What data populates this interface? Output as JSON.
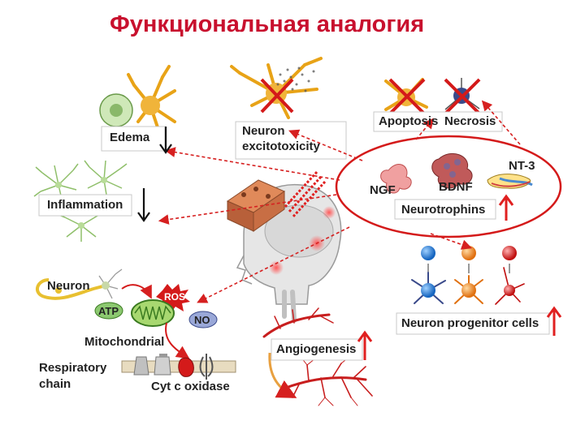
{
  "title": "Функциональная аналогия",
  "labels": {
    "edema": "Edema",
    "neuron_excitotoxicity_1": "Neuron",
    "neuron_excitotoxicity_2": "excitotoxicity",
    "apoptosis": "Apoptosis",
    "necrosis": "Necrosis",
    "inflammation": "Inflammation",
    "ngf": "NGF",
    "bdnf": "BDNF",
    "nt3": "NT-3",
    "neurotrophins": "Neurotrophins",
    "neuron": "Neuron",
    "ros": "ROS",
    "atp": "ATP",
    "no": "NO",
    "mitochondrial": "Mitochondrial",
    "respiratory_1": "Respiratory",
    "respiratory_2": "chain",
    "cyt_c_oxidase": "Cyt c oxidase",
    "angiogenesis": "Angiogenesis",
    "neuron_progenitor_cells": "Neuron progenitor cells"
  },
  "effects": {
    "edema": "down",
    "inflammation": "down",
    "neurotrophins": "up",
    "angiogenesis": "up",
    "neuron_progenitor_cells": "up"
  },
  "colors": {
    "title": "#c8102e",
    "arrow_dashed": "#d62020",
    "arrow_up": "#e02020",
    "arrow_down": "#111111",
    "ellipse": "#d41a1a",
    "astrocyte": "#e8a317",
    "vessel": "#c81e1e"
  }
}
